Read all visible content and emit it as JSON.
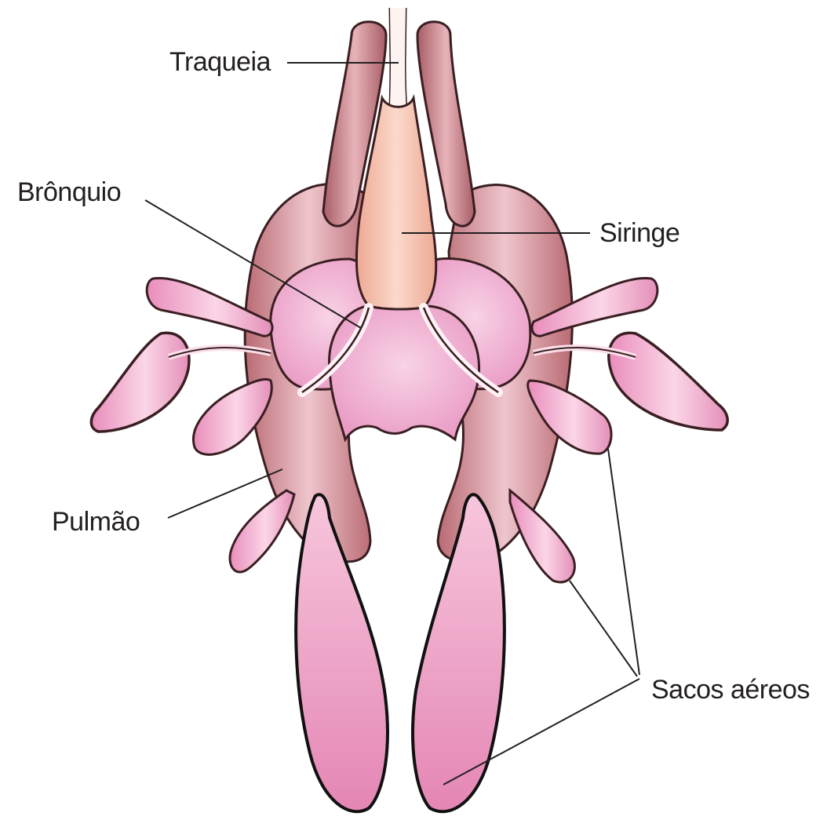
{
  "labels": {
    "traqueia": "Traqueia",
    "bronquio": "Brônquio",
    "siringe": "Siringe",
    "pulmao": "Pulmão",
    "sacos_aereos": "Sacos aéreos"
  },
  "colors": {
    "air_sac_pink": "#f4b4d2",
    "lung_rose": "#c9797f",
    "syrinx_peach": "#f3bca8",
    "outline": "#111111",
    "leader_line": "#231f20"
  }
}
